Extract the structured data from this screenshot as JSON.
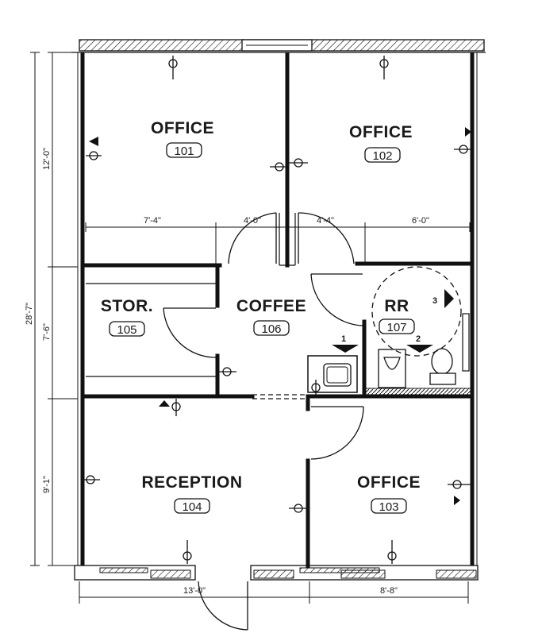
{
  "rooms": {
    "office_101": {
      "name": "OFFICE",
      "number": "101"
    },
    "office_102": {
      "name": "OFFICE",
      "number": "102"
    },
    "office_103": {
      "name": "OFFICE",
      "number": "103"
    },
    "reception_104": {
      "name": "RECEPTION",
      "number": "104"
    },
    "storage_105": {
      "name": "STOR.",
      "number": "105"
    },
    "coffee_106": {
      "name": "COFFEE",
      "number": "106"
    },
    "restroom_107": {
      "name": "RR",
      "number": "107"
    }
  },
  "dimensions": {
    "overall_height": "28'-7\"",
    "top_band": "12'-0\"",
    "middle_band": "7'-6\"",
    "bottom_band": "9'-1\"",
    "office_101_width": "7'-4\"",
    "coffee_left_opening": "4'-0\"",
    "coffee_right_opening": "4'-4\"",
    "office_102_width": "6'-0\"",
    "reception_width": "13'-0\"",
    "office_103_width": "8'-8\""
  },
  "callouts": {
    "elevation_1": "1",
    "elevation_2": "2",
    "elevation_3": "3"
  },
  "colors": {
    "line": "#111111",
    "background": "#ffffff"
  }
}
